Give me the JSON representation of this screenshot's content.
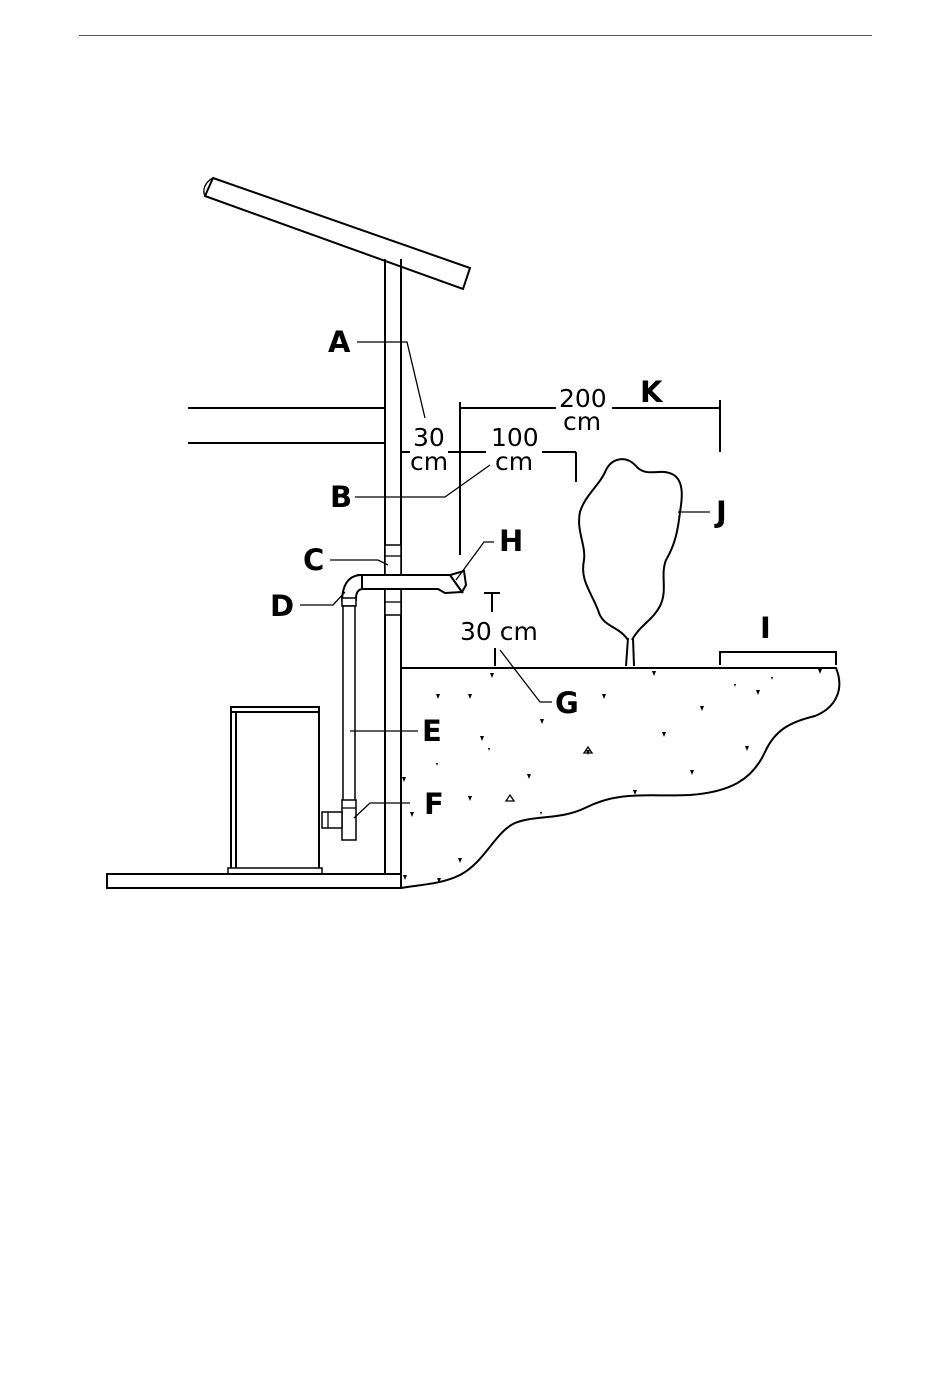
{
  "labels": {
    "a": "A",
    "b": "B",
    "c": "C",
    "d": "D",
    "e": "E",
    "f": "F",
    "g": "G",
    "h": "H",
    "i": "I",
    "j": "J",
    "k": "K"
  },
  "dimensions": {
    "d30_num": "30",
    "d30_unit": "cm",
    "d100_num": "100",
    "d100_unit": "cm",
    "d200_num": "200",
    "d200_unit": "cm",
    "ground_30": "30 cm"
  }
}
